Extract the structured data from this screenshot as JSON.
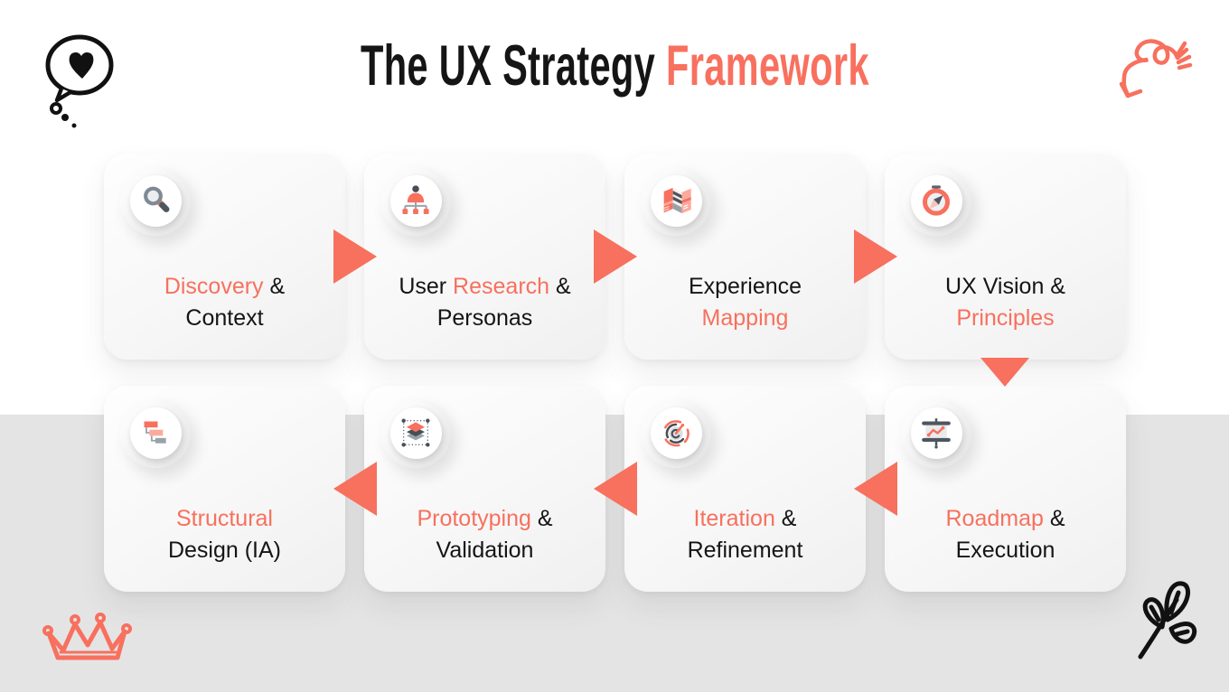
{
  "title": {
    "black": "The UX Strategy ",
    "accent": "Framework"
  },
  "colors": {
    "accent": "#F8705E",
    "accent_light": "#FCA99C",
    "dark_text": "#151515",
    "icon_dark_gray": "#4D565E",
    "icon_mid_gray": "#9AA2A9",
    "bg_top": "#FFFFFF",
    "bg_bottom": "#E4E4E4"
  },
  "cards": [
    {
      "name": "discovery-context",
      "icon": "magnifier-icon",
      "lines": [
        [
          {
            "t": "Discovery",
            "c": "accent"
          },
          {
            "t": " &",
            "c": "dark"
          }
        ],
        [
          {
            "t": "Context",
            "c": "dark"
          }
        ]
      ]
    },
    {
      "name": "user-research-personas",
      "icon": "user-orgchart-icon",
      "lines": [
        [
          {
            "t": "User ",
            "c": "dark"
          },
          {
            "t": "Research",
            "c": "accent"
          },
          {
            "t": " &",
            "c": "dark"
          }
        ],
        [
          {
            "t": "Personas",
            "c": "dark"
          }
        ]
      ]
    },
    {
      "name": "experience-mapping",
      "icon": "folded-map-icon",
      "lines": [
        [
          {
            "t": "Experience",
            "c": "dark"
          }
        ],
        [
          {
            "t": "Mapping",
            "c": "accent"
          }
        ]
      ]
    },
    {
      "name": "ux-vision-principles",
      "icon": "compass-icon",
      "lines": [
        [
          {
            "t": "UX Vision &",
            "c": "dark"
          }
        ],
        [
          {
            "t": "Principles",
            "c": "accent"
          }
        ]
      ]
    },
    {
      "name": "roadmap-execution",
      "icon": "presentation-chart-icon",
      "lines": [
        [
          {
            "t": "Roadmap",
            "c": "accent"
          },
          {
            "t": " &",
            "c": "dark"
          }
        ],
        [
          {
            "t": "Execution",
            "c": "dark"
          }
        ]
      ]
    },
    {
      "name": "iteration-refinement",
      "icon": "cycle-gauge-icon",
      "lines": [
        [
          {
            "t": "Iteration",
            "c": "accent"
          },
          {
            "t": " &",
            "c": "dark"
          }
        ],
        [
          {
            "t": "Refinement",
            "c": "dark"
          }
        ]
      ]
    },
    {
      "name": "prototyping-validation",
      "icon": "layers-select-icon",
      "lines": [
        [
          {
            "t": "Prototyping",
            "c": "accent"
          },
          {
            "t": " &",
            "c": "dark"
          }
        ],
        [
          {
            "t": "Validation",
            "c": "dark"
          }
        ]
      ]
    },
    {
      "name": "structural-design-ia",
      "icon": "sitemap-icon",
      "lines": [
        [
          {
            "t": "Structural",
            "c": "accent"
          }
        ],
        [
          {
            "t": "Design (IA)",
            "c": "dark"
          }
        ]
      ]
    }
  ],
  "flow": {
    "row1_direction": "right",
    "row2_direction": "left",
    "turn": "down-after-ux-vision-principles"
  },
  "decorations": [
    "thought-bubble-heart",
    "squiggle-arrow",
    "crown",
    "leaf-branch"
  ]
}
